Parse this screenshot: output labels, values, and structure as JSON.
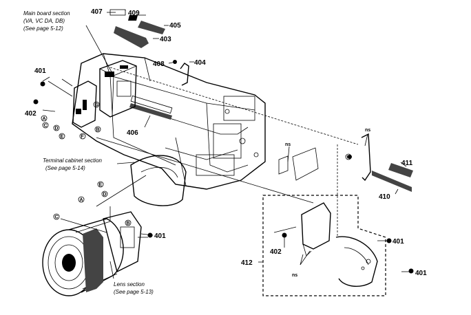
{
  "sections": {
    "main_board": [
      "Main board section",
      "(VA, VC DA, DB)",
      "(See page 5-12)"
    ],
    "terminal_cabinet": [
      "Terminal cabinet section",
      "(See page 5-14)"
    ],
    "lens": [
      "Lens section",
      "(See page 5-13)"
    ]
  },
  "parts": {
    "p401a": "401",
    "p402a": "402",
    "p403": "403",
    "p404": "404",
    "p405": "405",
    "p406": "406",
    "p407": "407",
    "p408": "408",
    "p409": "409",
    "p410": "410",
    "p411": "411",
    "p401b": "401",
    "p402b": "402",
    "p401c": "401",
    "p401d": "401",
    "p412": "412"
  },
  "ns": {
    "ns1": "ns",
    "ns2": "ns",
    "ns3": "ns"
  },
  "callouts": {
    "a1": "A",
    "b1": "B",
    "c1": "C",
    "d1": "D",
    "e1": "E",
    "f1": "F",
    "g1": "G",
    "a2": "A",
    "b2": "B",
    "c2": "C",
    "d2": "D",
    "e2": "E",
    "g2": "G"
  }
}
